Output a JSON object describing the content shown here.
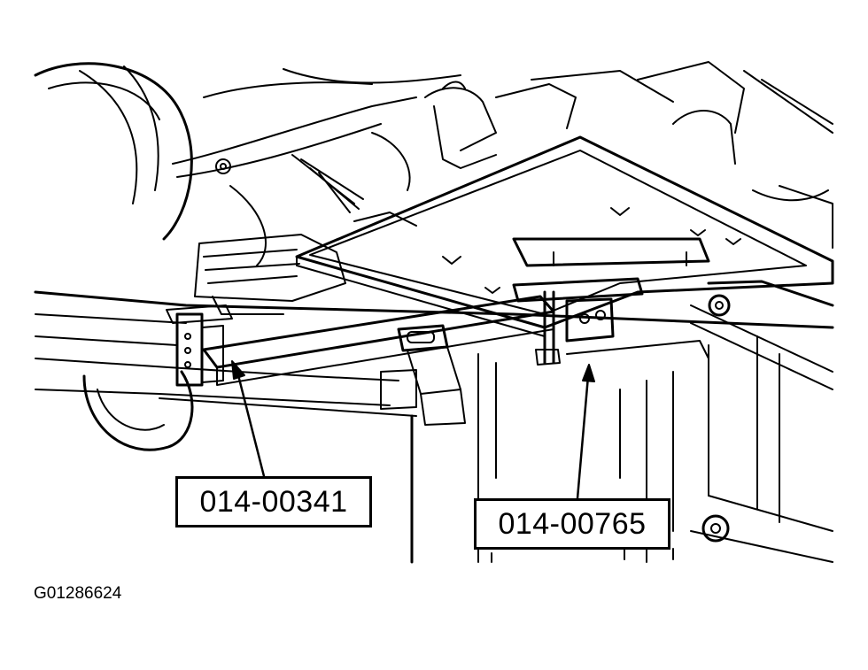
{
  "callouts": [
    {
      "part_number": "014-00341"
    },
    {
      "part_number": "014-00765"
    }
  ],
  "figure_id": "G01286624",
  "colors": {
    "ink": "#000000",
    "paper": "#ffffff"
  }
}
